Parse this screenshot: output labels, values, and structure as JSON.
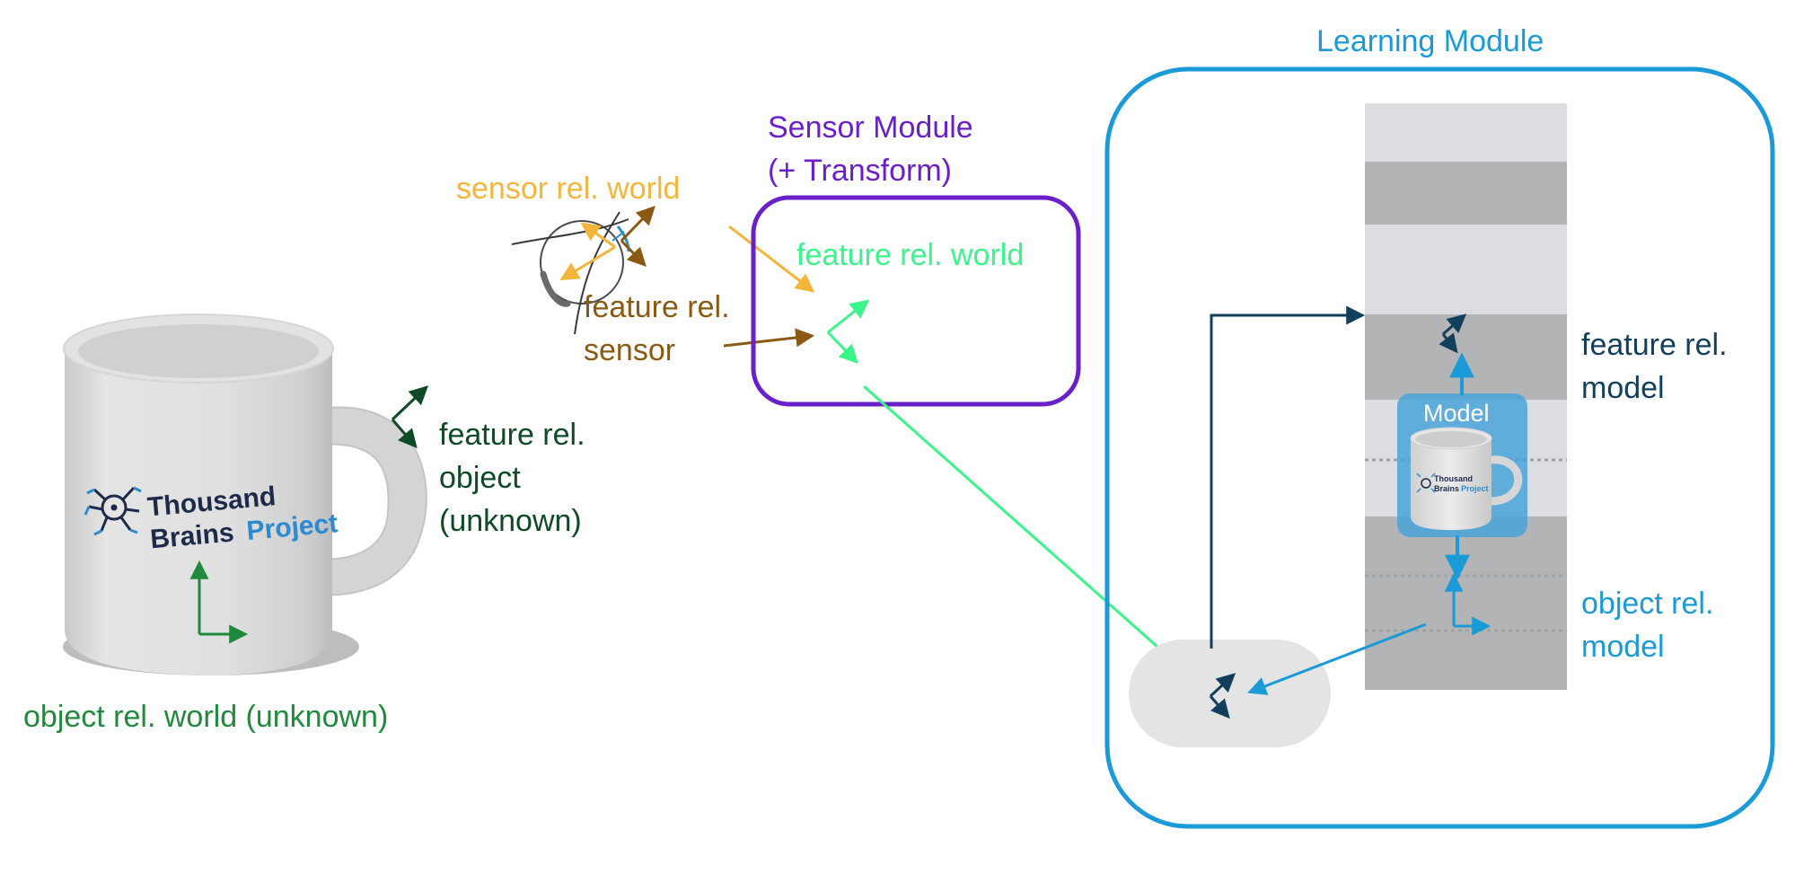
{
  "labels": {
    "learning_module": "Learning Module",
    "sensor_module_line1": "Sensor Module",
    "sensor_module_line2": "(+ Transform)",
    "sensor_rel_world": "sensor rel. world",
    "feature_rel_world": "feature rel. world",
    "feature_rel_sensor_line1": "feature rel.",
    "feature_rel_sensor_line2": "sensor",
    "feature_rel_object_line1": "feature rel.",
    "feature_rel_object_line2": "object",
    "feature_rel_object_line3": "(unknown)",
    "object_rel_world": "object rel. world (unknown)",
    "feature_rel_model_line1": "feature rel.",
    "feature_rel_model_line2": "model",
    "object_rel_model_line1": "object rel.",
    "object_rel_model_line2": "model",
    "model": "Model"
  },
  "logo": {
    "line1": "Thousand",
    "line2_a": "Brains",
    "line2_b": "Project"
  },
  "colors": {
    "learning_module": "#1a9ad7",
    "sensor_module": "#6a1fc8",
    "sensor_rel_world": "#f5b53c",
    "feature_rel_world": "#3cf58a",
    "feature_rel_sensor": "#8a5a12",
    "feature_rel_object": "#0d4a25",
    "object_rel_world": "#1f8a3d",
    "feature_rel_model": "#123f5c",
    "object_rel_model": "#1a9ad7",
    "model_box": "#4aa3d8"
  }
}
